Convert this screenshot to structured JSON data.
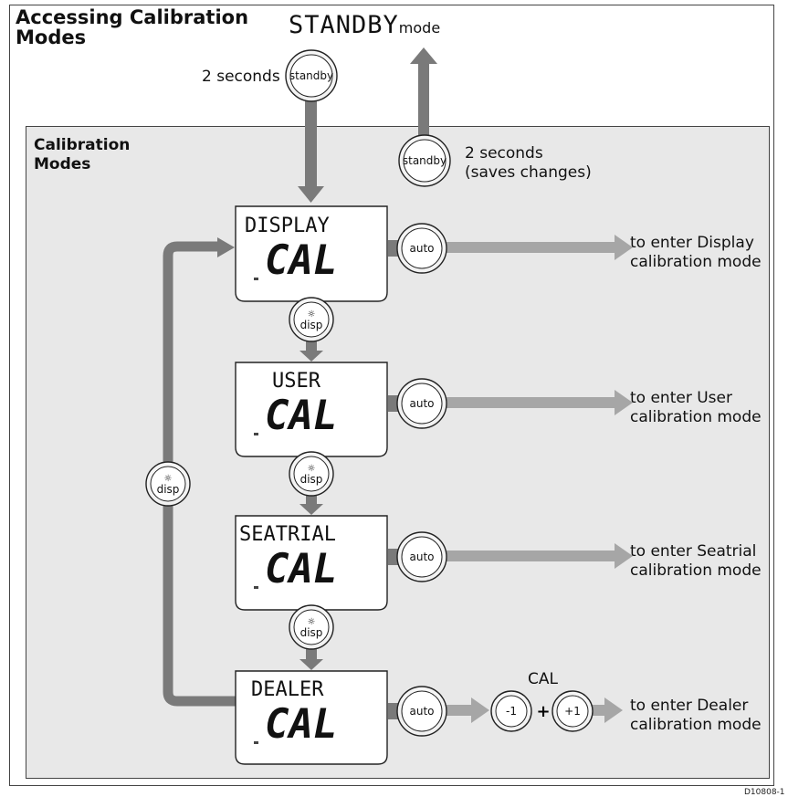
{
  "title_line1": "Accessing Calibration",
  "title_line2": "Modes",
  "standby_word": "STANDBY",
  "standby_mode": "mode",
  "press_time_top": "2 seconds",
  "press_time_right": "2 seconds",
  "saves_changes": "(saves changes)",
  "inner_title_line1": "Calibration",
  "inner_title_line2": "Modes",
  "buttons": {
    "standby": "standby",
    "auto": "auto",
    "disp": "disp",
    "minus1": "-1",
    "plus1": "+1",
    "plus_sign": "+"
  },
  "cal_label": "CAL",
  "lcd_cal_text": "CAL",
  "screens": [
    {
      "top": "DISPLAY",
      "desc1": "to enter Display",
      "desc2": "calibration mode"
    },
    {
      "top": "USER",
      "desc1": "to enter User",
      "desc2": "calibration mode"
    },
    {
      "top": "SEATRIAL",
      "desc1": "to enter Seatrial",
      "desc2": "calibration mode"
    },
    {
      "top": "DEALER",
      "desc1": "to enter Dealer",
      "desc2": "calibration mode"
    }
  ],
  "figure_code": "D10808-1",
  "colors": {
    "arrow": "#7a7a7a",
    "arrow_light": "#a6a6a6",
    "panel": "#e8e8e8"
  }
}
